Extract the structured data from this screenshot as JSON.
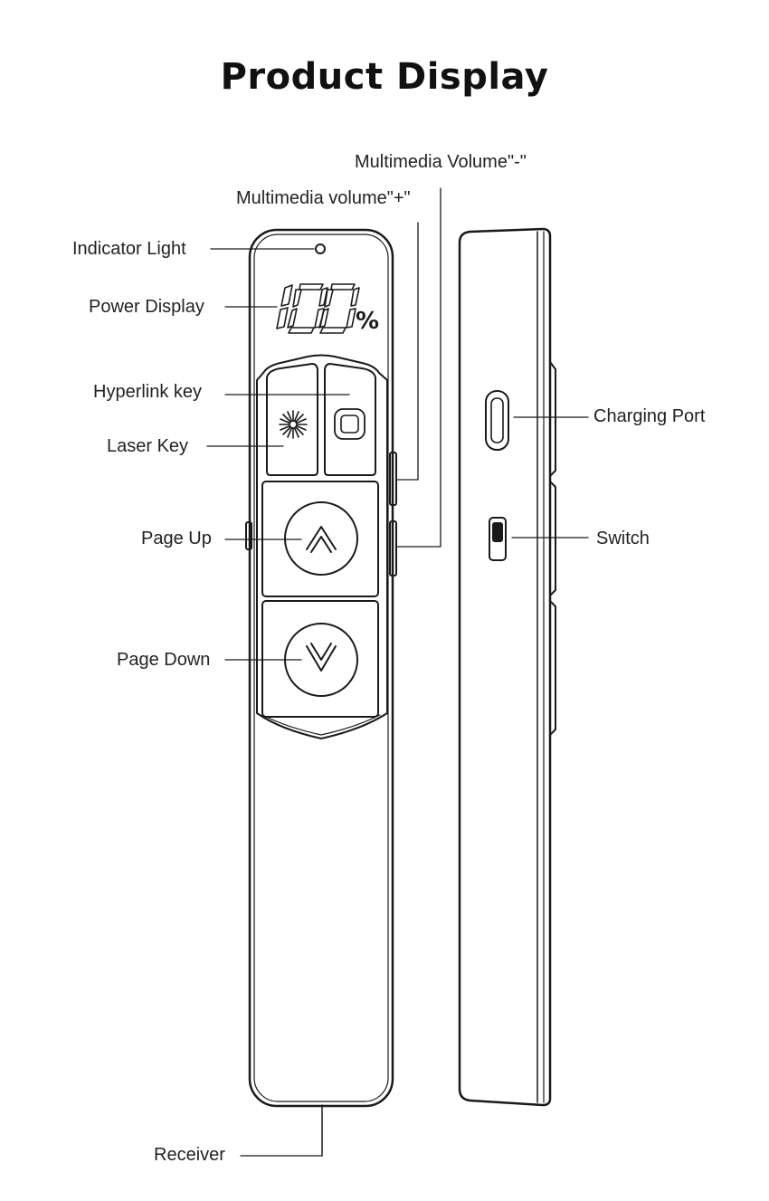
{
  "title": "Product Display",
  "labels": {
    "multimedia_volume_minus": "Multimedia Volume\"-\"",
    "multimedia_volume_plus": "Multimedia volume\"+\"",
    "indicator_light": "Indicator Light",
    "power_display": "Power Display",
    "hyperlink_key": "Hyperlink key",
    "laser_key": "Laser Key",
    "page_up": "Page Up",
    "page_down": "Page Down",
    "receiver": "Receiver",
    "charging_port": "Charging Port",
    "switch": "Switch"
  },
  "display": {
    "digits": "100",
    "unit": "%"
  },
  "icons": {
    "laser": "laser-burst-icon",
    "hyperlink": "rounded-square-icon",
    "page_up": "chevron-up-icon",
    "page_down": "chevron-down-icon"
  },
  "colors": {
    "stroke": "#1a1a1a",
    "background": "#ffffff"
  }
}
